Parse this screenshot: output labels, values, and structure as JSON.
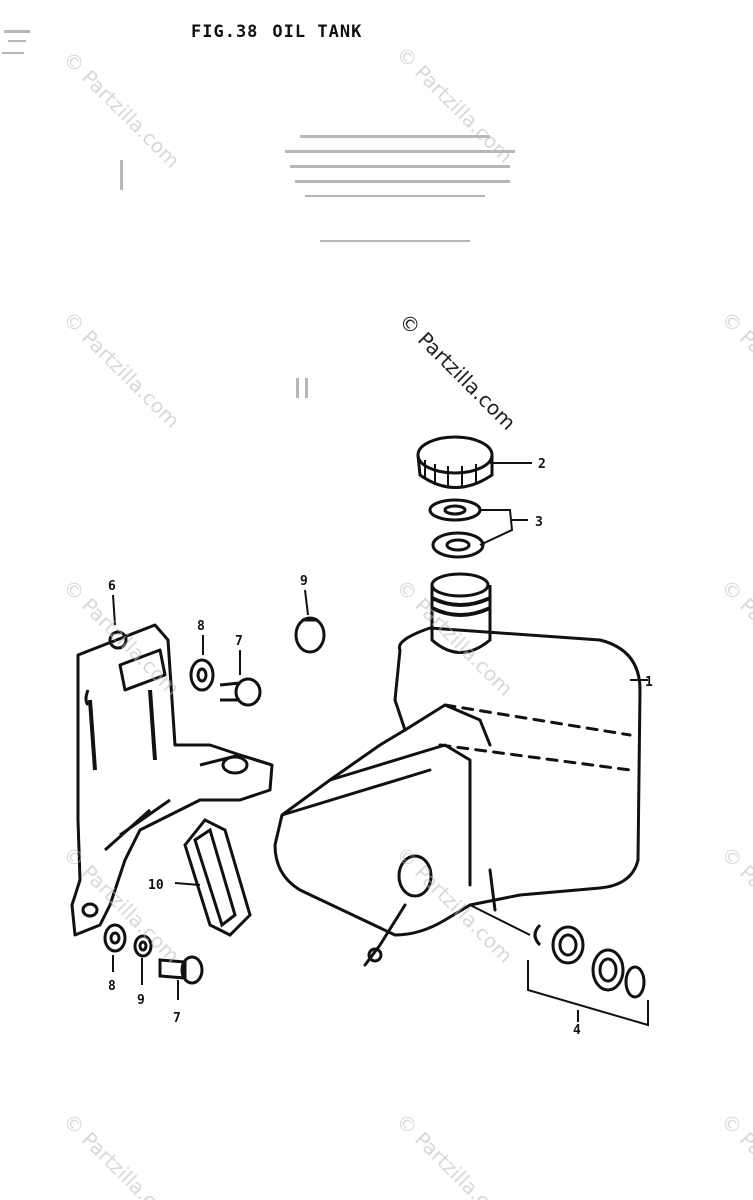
{
  "figure": {
    "number": "FIG.38",
    "title": "OIL TANK"
  },
  "watermark": {
    "text": "© Partzilla.com"
  },
  "callouts": {
    "oil_tank": "1",
    "cap": "2",
    "cap_gaskets": "3",
    "grommet_set": "4",
    "bracket": "6",
    "bolt_upper": "7",
    "washer_upper": "8",
    "clamp": "9",
    "band": "10",
    "washer_lower": "8",
    "nut_lower": "9",
    "bolt_lower": "7"
  },
  "colors": {
    "ink": "#111111",
    "watermark": "#b9b9b9",
    "background": "#ffffff"
  }
}
